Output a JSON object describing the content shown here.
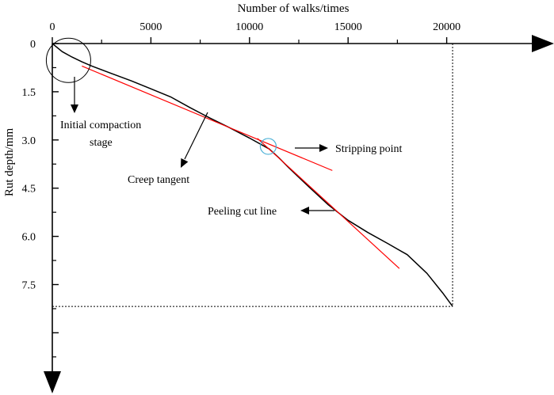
{
  "chart_data": {
    "type": "line",
    "xlabel": "Number of walks/times",
    "ylabel": "Rut depth/mm",
    "x_ticks": [
      0,
      5000,
      10000,
      15000,
      20000
    ],
    "y_ticks": [
      "0",
      "1.5",
      "3.0",
      "4.5",
      "6.0",
      "7.5"
    ],
    "y_tick_values": [
      0,
      1.5,
      3.0,
      4.5,
      6.0,
      7.5
    ],
    "xlim": [
      0,
      24500
    ],
    "ylim": [
      0,
      10.2
    ],
    "y_inverted": true,
    "x_axis_position": "top",
    "series": [
      {
        "x": [
          0,
          500,
          1000,
          1500,
          2000,
          3000,
          4000,
          5000,
          6000,
          7000,
          8000,
          9000,
          10000,
          11000,
          11500,
          12000,
          13000,
          14000,
          15000,
          16000,
          17000,
          18000,
          19000,
          19800,
          20300
        ],
        "y": [
          0,
          0.25,
          0.42,
          0.57,
          0.7,
          0.93,
          1.16,
          1.41,
          1.66,
          2.0,
          2.32,
          2.62,
          2.94,
          3.28,
          3.56,
          3.87,
          4.45,
          5.02,
          5.5,
          5.88,
          6.22,
          6.57,
          7.15,
          7.76,
          8.18
        ],
        "color": "#000000"
      }
    ],
    "tangent_lines": [
      {
        "x": [
          1500,
          14200
        ],
        "y": [
          0.7,
          3.95
        ],
        "color": "#ff0000"
      },
      {
        "x": [
          10400,
          17600
        ],
        "y": [
          2.95,
          7.0
        ],
        "color": "#ff0000"
      }
    ],
    "reference_point": {
      "x": 20300,
      "y": 8.18
    },
    "annotations": [
      {
        "text_lines": [
          "Initial compaction",
          "stage"
        ],
        "marker": "circle",
        "at": {
          "x": 700,
          "y": 0.45
        }
      },
      {
        "text_lines": [
          "Creep tangent"
        ],
        "at": {
          "x": 7000,
          "y": 2.05
        }
      },
      {
        "text_lines": [
          "Stripping point"
        ],
        "marker": "circle",
        "at": {
          "x": 10950,
          "y": 3.2
        }
      },
      {
        "text_lines": [
          "Peeling cut line"
        ],
        "at": {
          "x": 13900,
          "y": 5.05
        }
      }
    ],
    "colors": {
      "curve": "#000000",
      "tangent": "#ff0000",
      "stripping_marker": "#4ab0d6",
      "axes": "#000000"
    }
  }
}
